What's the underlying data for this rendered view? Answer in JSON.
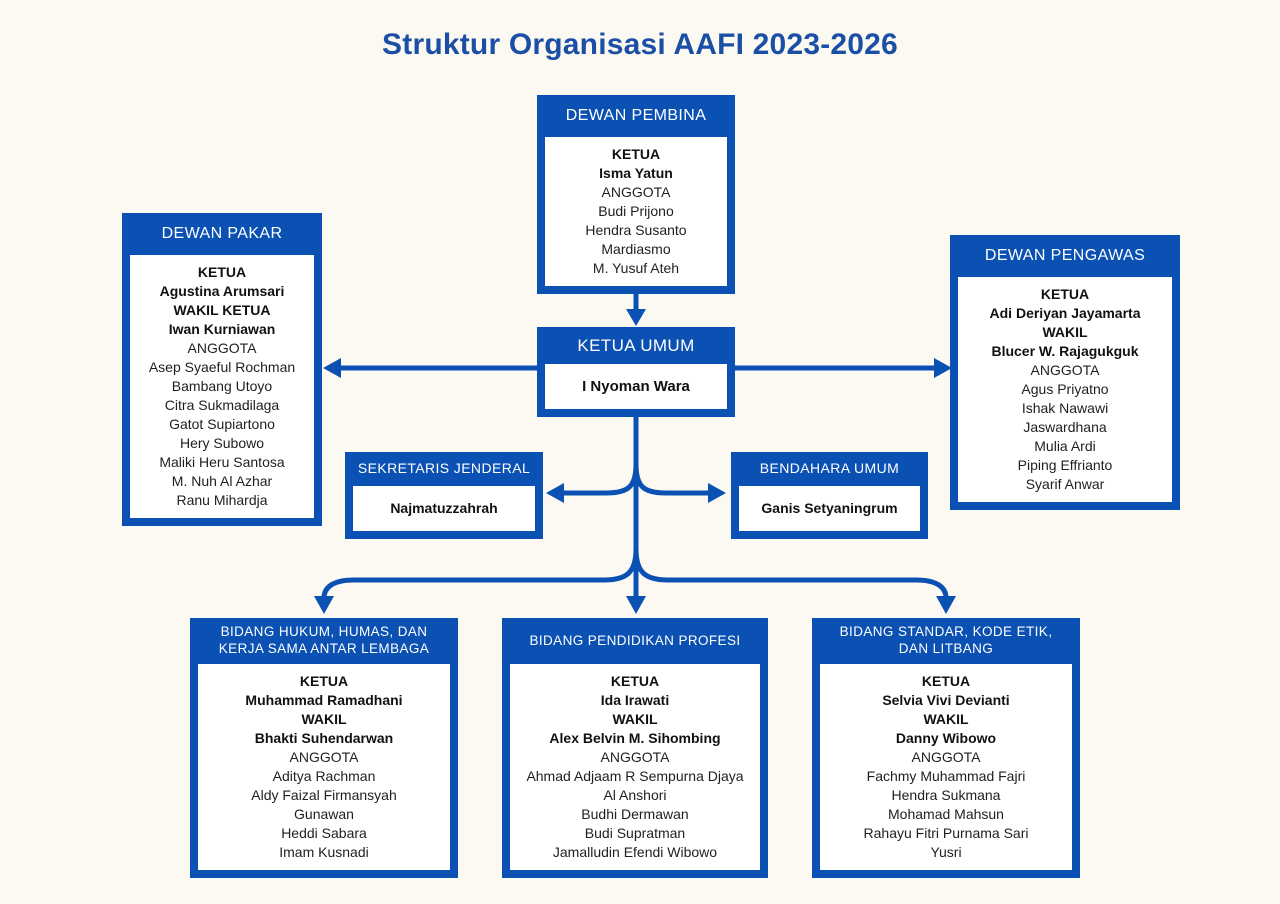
{
  "page": {
    "title": "Struktur Organisasi AAFI 2023-2026"
  },
  "colors": {
    "primary_blue": "#0b51b3",
    "title_blue": "#1b4fa5",
    "background": "#fbf9f2",
    "box_body_bg": "#ffffff",
    "body_text": "#1f1f1f",
    "header_text": "#ffffff"
  },
  "org": {
    "dewan_pembina": {
      "title": "DEWAN PEMBINA",
      "lines": [
        {
          "text": "KETUA",
          "bold": true
        },
        {
          "text": "Isma Yatun",
          "bold": true
        },
        {
          "text": "ANGGOTA",
          "bold": false
        },
        {
          "text": "Budi Prijono",
          "bold": false
        },
        {
          "text": "Hendra Susanto",
          "bold": false
        },
        {
          "text": "Mardiasmo",
          "bold": false
        },
        {
          "text": "M. Yusuf Ateh",
          "bold": false
        }
      ]
    },
    "dewan_pakar": {
      "title": "DEWAN PAKAR",
      "lines": [
        {
          "text": "KETUA",
          "bold": true
        },
        {
          "text": "Agustina Arumsari",
          "bold": true
        },
        {
          "text": "WAKIL KETUA",
          "bold": true
        },
        {
          "text": "Iwan Kurniawan",
          "bold": true
        },
        {
          "text": "ANGGOTA",
          "bold": false
        },
        {
          "text": "Asep Syaeful Rochman",
          "bold": false
        },
        {
          "text": "Bambang Utoyo",
          "bold": false
        },
        {
          "text": "Citra Sukmadilaga",
          "bold": false
        },
        {
          "text": "Gatot Supiartono",
          "bold": false
        },
        {
          "text": "Hery Subowo",
          "bold": false
        },
        {
          "text": "Maliki Heru Santosa",
          "bold": false
        },
        {
          "text": "M. Nuh Al Azhar",
          "bold": false
        },
        {
          "text": "Ranu Mihardja",
          "bold": false
        }
      ]
    },
    "dewan_pengawas": {
      "title": "DEWAN PENGAWAS",
      "lines": [
        {
          "text": "KETUA",
          "bold": true
        },
        {
          "text": "Adi Deriyan Jayamarta",
          "bold": true
        },
        {
          "text": "WAKIL",
          "bold": true
        },
        {
          "text": "Blucer W. Rajagukguk",
          "bold": true
        },
        {
          "text": "ANGGOTA",
          "bold": false
        },
        {
          "text": "Agus Priyatno",
          "bold": false
        },
        {
          "text": "Ishak Nawawi",
          "bold": false
        },
        {
          "text": "Jaswardhana",
          "bold": false
        },
        {
          "text": "Mulia Ardi",
          "bold": false
        },
        {
          "text": "Piping Effrianto",
          "bold": false
        },
        {
          "text": "Syarif Anwar",
          "bold": false
        }
      ]
    },
    "ketua_umum": {
      "title": "KETUA UMUM",
      "lines": [
        {
          "text": "I Nyoman Wara",
          "bold": true
        }
      ]
    },
    "sekretaris_jenderal": {
      "title": "SEKRETARIS JENDERAL",
      "lines": [
        {
          "text": "Najmatuzzahrah",
          "bold": true
        }
      ]
    },
    "bendahara_umum": {
      "title": "BENDAHARA UMUM",
      "lines": [
        {
          "text": "Ganis Setyaningrum",
          "bold": true
        }
      ]
    },
    "bidang_hukum": {
      "title": "BIDANG HUKUM, HUMAS, DAN KERJA SAMA ANTAR LEMBAGA",
      "lines": [
        {
          "text": "KETUA",
          "bold": true
        },
        {
          "text": "Muhammad Ramadhani",
          "bold": true
        },
        {
          "text": "WAKIL",
          "bold": true
        },
        {
          "text": "Bhakti Suhendarwan",
          "bold": true
        },
        {
          "text": "ANGGOTA",
          "bold": false
        },
        {
          "text": "Aditya Rachman",
          "bold": false
        },
        {
          "text": "Aldy Faizal Firmansyah",
          "bold": false
        },
        {
          "text": "Gunawan",
          "bold": false
        },
        {
          "text": "Heddi Sabara",
          "bold": false
        },
        {
          "text": "Imam Kusnadi",
          "bold": false
        }
      ]
    },
    "bidang_pendidikan": {
      "title": "BIDANG PENDIDIKAN PROFESI",
      "lines": [
        {
          "text": "KETUA",
          "bold": true
        },
        {
          "text": "Ida Irawati",
          "bold": true
        },
        {
          "text": "WAKIL",
          "bold": true
        },
        {
          "text": "Alex Belvin M. Sihombing",
          "bold": true
        },
        {
          "text": "ANGGOTA",
          "bold": false
        },
        {
          "text": "Ahmad Adjaam R Sempurna Djaya",
          "bold": false
        },
        {
          "text": "Al Anshori",
          "bold": false
        },
        {
          "text": "Budhi Dermawan",
          "bold": false
        },
        {
          "text": "Budi Supratman",
          "bold": false
        },
        {
          "text": "Jamalludin Efendi Wibowo",
          "bold": false
        }
      ]
    },
    "bidang_standar": {
      "title": "BIDANG STANDAR, KODE ETIK, DAN LITBANG",
      "lines": [
        {
          "text": "KETUA",
          "bold": true
        },
        {
          "text": "Selvia Vivi Devianti",
          "bold": true
        },
        {
          "text": "WAKIL",
          "bold": true
        },
        {
          "text": "Danny Wibowo",
          "bold": true
        },
        {
          "text": "ANGGOTA",
          "bold": false
        },
        {
          "text": "Fachmy Muhammad Fajri",
          "bold": false
        },
        {
          "text": "Hendra Sukmana",
          "bold": false
        },
        {
          "text": "Mohamad Mahsun",
          "bold": false
        },
        {
          "text": "Rahayu Fitri Purnama Sari",
          "bold": false
        },
        {
          "text": "Yusri",
          "bold": false
        }
      ]
    }
  }
}
